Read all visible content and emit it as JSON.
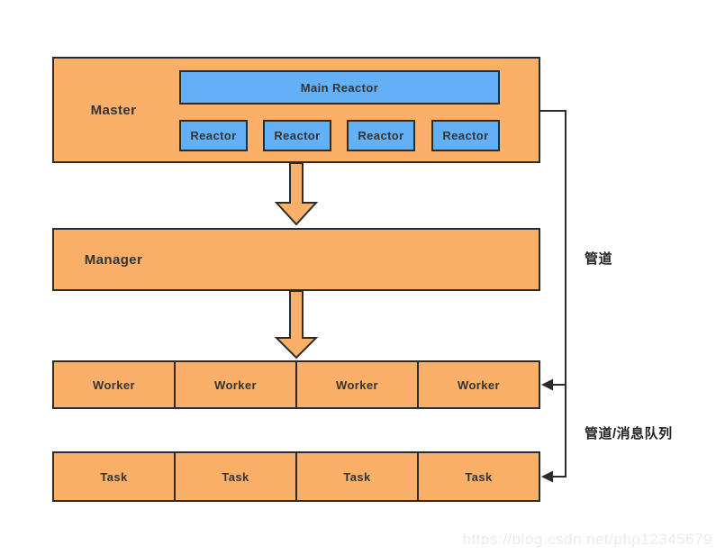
{
  "colors": {
    "orange": "#FAB068",
    "blue": "#64B0F7",
    "line": "#2B2B2B",
    "text": "#333333",
    "watermark": "#EBEBEB"
  },
  "master": {
    "label": "Master",
    "main_reactor_label": "Main Reactor",
    "reactors": [
      "Reactor",
      "Reactor",
      "Reactor",
      "Reactor"
    ]
  },
  "manager": {
    "label": "Manager"
  },
  "worker_row": {
    "cells": [
      "Worker",
      "Worker",
      "Worker",
      "Worker"
    ]
  },
  "task_row": {
    "cells": [
      "Task",
      "Task",
      "Task",
      "Task"
    ]
  },
  "annotations": {
    "pipe": "管道",
    "pipe_message_queue": "管道/消息队列"
  },
  "watermark": {
    "text": "https://blog.csdn.net/php12345679"
  }
}
